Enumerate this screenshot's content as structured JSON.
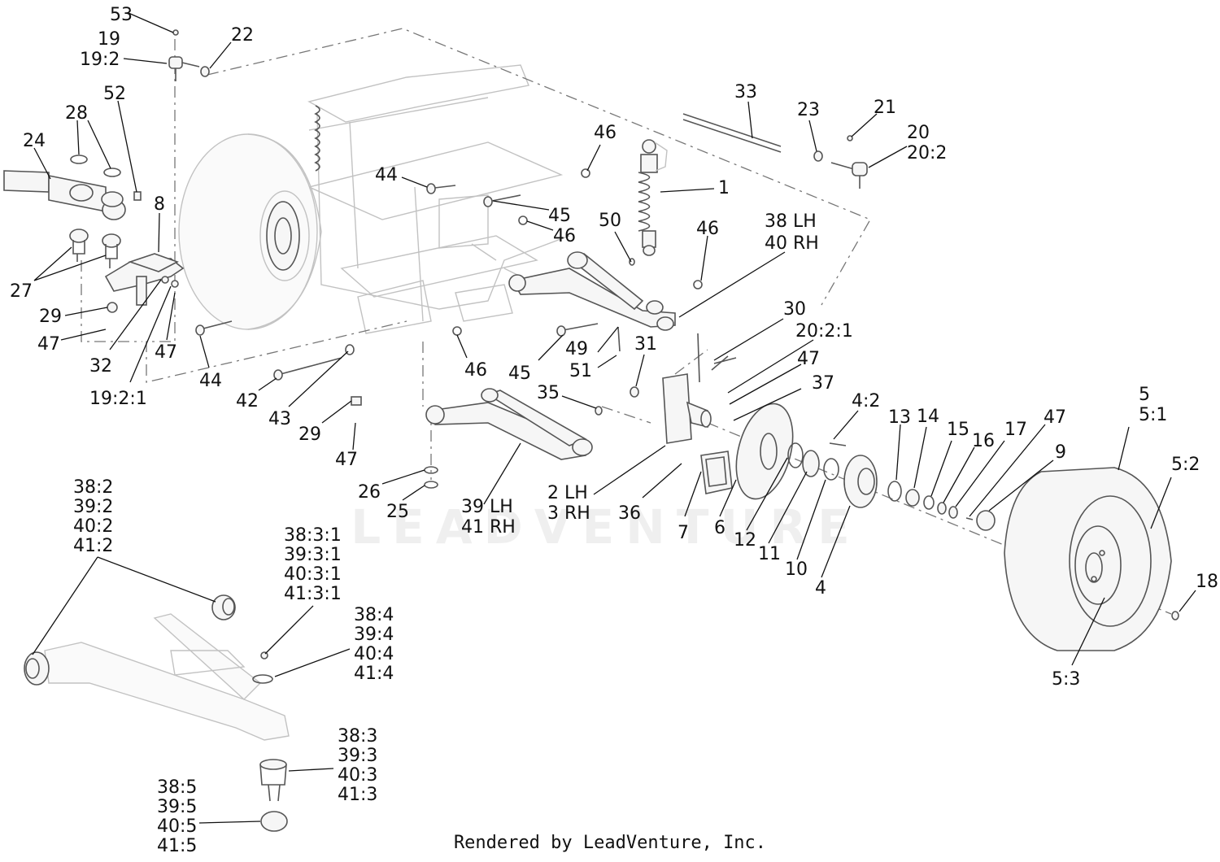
{
  "watermark": "LEADVENTURE",
  "footer": "Rendered by LeadVenture, Inc.",
  "callouts": [
    {
      "id": "c53",
      "lines": [
        "53"
      ]
    },
    {
      "id": "c19",
      "lines": [
        "19",
        "19:2"
      ]
    },
    {
      "id": "c22",
      "lines": [
        "22"
      ]
    },
    {
      "id": "c52",
      "lines": [
        "52"
      ]
    },
    {
      "id": "c28",
      "lines": [
        "28"
      ]
    },
    {
      "id": "c24",
      "lines": [
        "24"
      ]
    },
    {
      "id": "c8",
      "lines": [
        "8"
      ]
    },
    {
      "id": "c27",
      "lines": [
        "27"
      ]
    },
    {
      "id": "c29a",
      "lines": [
        "29"
      ]
    },
    {
      "id": "c47a",
      "lines": [
        "47"
      ]
    },
    {
      "id": "c32",
      "lines": [
        "32"
      ]
    },
    {
      "id": "c47b",
      "lines": [
        "47"
      ]
    },
    {
      "id": "c19_2_1",
      "lines": [
        "19:2:1"
      ]
    },
    {
      "id": "c44a",
      "lines": [
        "44"
      ]
    },
    {
      "id": "c42",
      "lines": [
        "42"
      ]
    },
    {
      "id": "c43",
      "lines": [
        "43"
      ]
    },
    {
      "id": "c29b",
      "lines": [
        "29"
      ]
    },
    {
      "id": "c47c",
      "lines": [
        "47"
      ]
    },
    {
      "id": "c26",
      "lines": [
        "26"
      ]
    },
    {
      "id": "c25",
      "lines": [
        "25"
      ]
    },
    {
      "id": "c39lh",
      "lines": [
        "39 LH",
        "41 RH"
      ]
    },
    {
      "id": "c2lh",
      "lines": [
        "2 LH",
        "3 RH"
      ]
    },
    {
      "id": "c36",
      "lines": [
        "36"
      ]
    },
    {
      "id": "c7",
      "lines": [
        "7"
      ]
    },
    {
      "id": "c6",
      "lines": [
        "6"
      ]
    },
    {
      "id": "c12",
      "lines": [
        "12"
      ]
    },
    {
      "id": "c11",
      "lines": [
        "11"
      ]
    },
    {
      "id": "c10",
      "lines": [
        "10"
      ]
    },
    {
      "id": "c4",
      "lines": [
        "4"
      ]
    },
    {
      "id": "c33",
      "lines": [
        "33"
      ]
    },
    {
      "id": "c23",
      "lines": [
        "23"
      ]
    },
    {
      "id": "c21",
      "lines": [
        "21"
      ]
    },
    {
      "id": "c20",
      "lines": [
        "20",
        "20:2"
      ]
    },
    {
      "id": "c46a",
      "lines": [
        "46"
      ]
    },
    {
      "id": "c44b",
      "lines": [
        "44"
      ]
    },
    {
      "id": "c1",
      "lines": [
        "1"
      ]
    },
    {
      "id": "c45a",
      "lines": [
        "45"
      ]
    },
    {
      "id": "c46b",
      "lines": [
        "46"
      ]
    },
    {
      "id": "c50",
      "lines": [
        "50"
      ]
    },
    {
      "id": "c46c",
      "lines": [
        "46"
      ]
    },
    {
      "id": "c38lh",
      "lines": [
        "38 LH",
        "40 RH"
      ]
    },
    {
      "id": "c30",
      "lines": [
        "30"
      ]
    },
    {
      "id": "c20_2_1",
      "lines": [
        "20:2:1"
      ]
    },
    {
      "id": "c47d",
      "lines": [
        "47"
      ]
    },
    {
      "id": "c37",
      "lines": [
        "37"
      ]
    },
    {
      "id": "c31",
      "lines": [
        "31"
      ]
    },
    {
      "id": "c49",
      "lines": [
        "49"
      ]
    },
    {
      "id": "c51",
      "lines": [
        "51"
      ]
    },
    {
      "id": "c45b",
      "lines": [
        "45"
      ]
    },
    {
      "id": "c46d",
      "lines": [
        "46"
      ]
    },
    {
      "id": "c35",
      "lines": [
        "35"
      ]
    },
    {
      "id": "c4_2",
      "lines": [
        "4:2"
      ]
    },
    {
      "id": "c13",
      "lines": [
        "13"
      ]
    },
    {
      "id": "c14",
      "lines": [
        "14"
      ]
    },
    {
      "id": "c15",
      "lines": [
        "15"
      ]
    },
    {
      "id": "c16",
      "lines": [
        "16"
      ]
    },
    {
      "id": "c17",
      "lines": [
        "17"
      ]
    },
    {
      "id": "c47e",
      "lines": [
        "47"
      ]
    },
    {
      "id": "c9",
      "lines": [
        "9"
      ]
    },
    {
      "id": "c5",
      "lines": [
        "5",
        "5:1"
      ]
    },
    {
      "id": "c5_2",
      "lines": [
        "5:2"
      ]
    },
    {
      "id": "c18",
      "lines": [
        "18"
      ]
    },
    {
      "id": "c5_3",
      "lines": [
        "5:3"
      ]
    },
    {
      "id": "c38_2",
      "lines": [
        "38:2",
        "39:2",
        "40:2",
        "41:2"
      ]
    },
    {
      "id": "c38_3_1",
      "lines": [
        "38:3:1",
        "39:3:1",
        "40:3:1",
        "41:3:1"
      ]
    },
    {
      "id": "c38_4",
      "lines": [
        "38:4",
        "39:4",
        "40:4",
        "41:4"
      ]
    },
    {
      "id": "c38_3",
      "lines": [
        "38:3",
        "39:3",
        "40:3",
        "41:3"
      ]
    },
    {
      "id": "c38_5",
      "lines": [
        "38:5",
        "39:5",
        "40:5",
        "41:5"
      ]
    }
  ]
}
